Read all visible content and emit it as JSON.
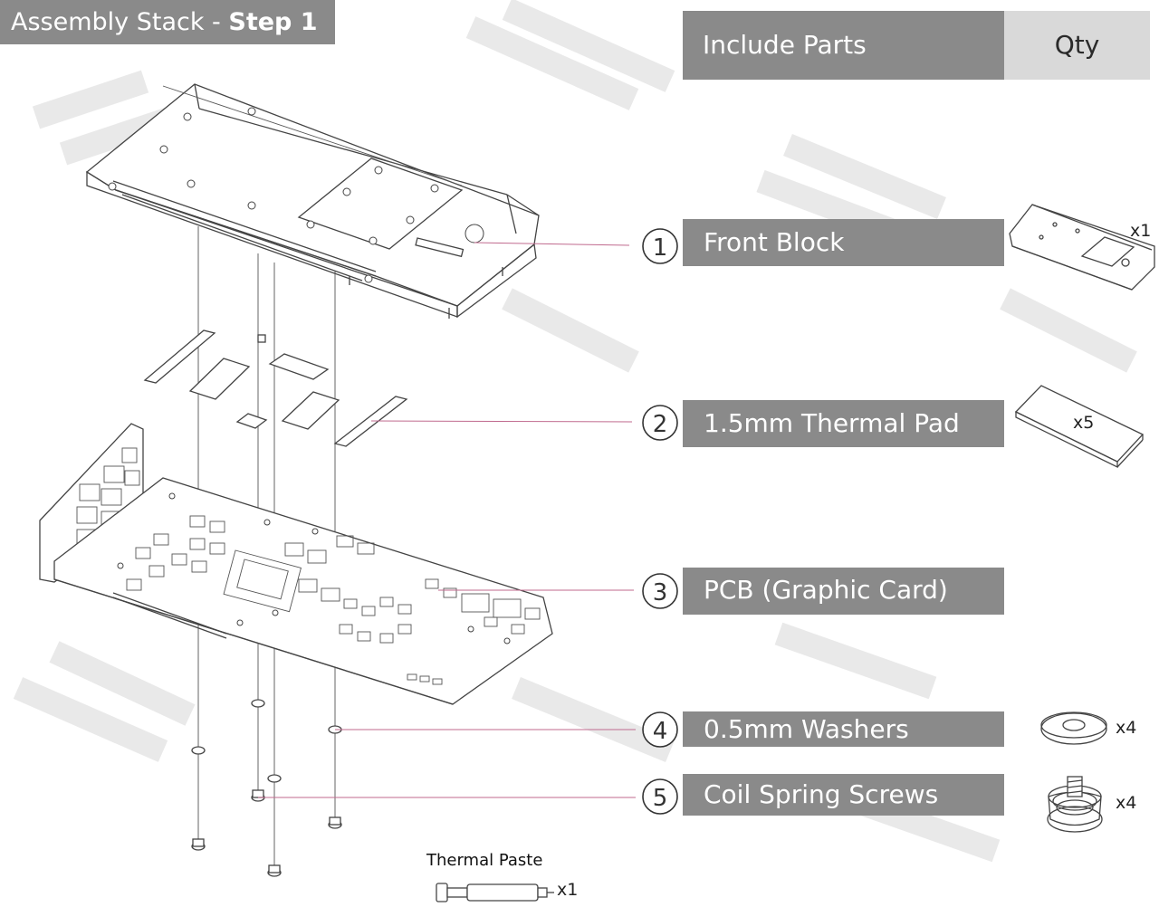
{
  "title": {
    "prefix": "Assembly Stack - ",
    "step": "Step 1"
  },
  "table_header": {
    "parts": "Include Parts",
    "qty": "Qty"
  },
  "parts": [
    {
      "number": "1",
      "label": "Front Block",
      "qty": "x1"
    },
    {
      "number": "2",
      "label": "1.5mm Thermal Pad",
      "qty": "x5"
    },
    {
      "number": "3",
      "label": "PCB (Graphic Card)",
      "qty": ""
    },
    {
      "number": "4",
      "label": "0.5mm Washers",
      "qty": "x4"
    },
    {
      "number": "5",
      "label": "Coil Spring Screws",
      "qty": "x4"
    }
  ],
  "accessory": {
    "label": "Thermal Paste",
    "qty": "x1"
  },
  "colors": {
    "label_bg": "#8a8a8a",
    "qty_header_bg": "#d9d9d9",
    "leader_line": "#c06a8e",
    "line_art": "#444444"
  }
}
